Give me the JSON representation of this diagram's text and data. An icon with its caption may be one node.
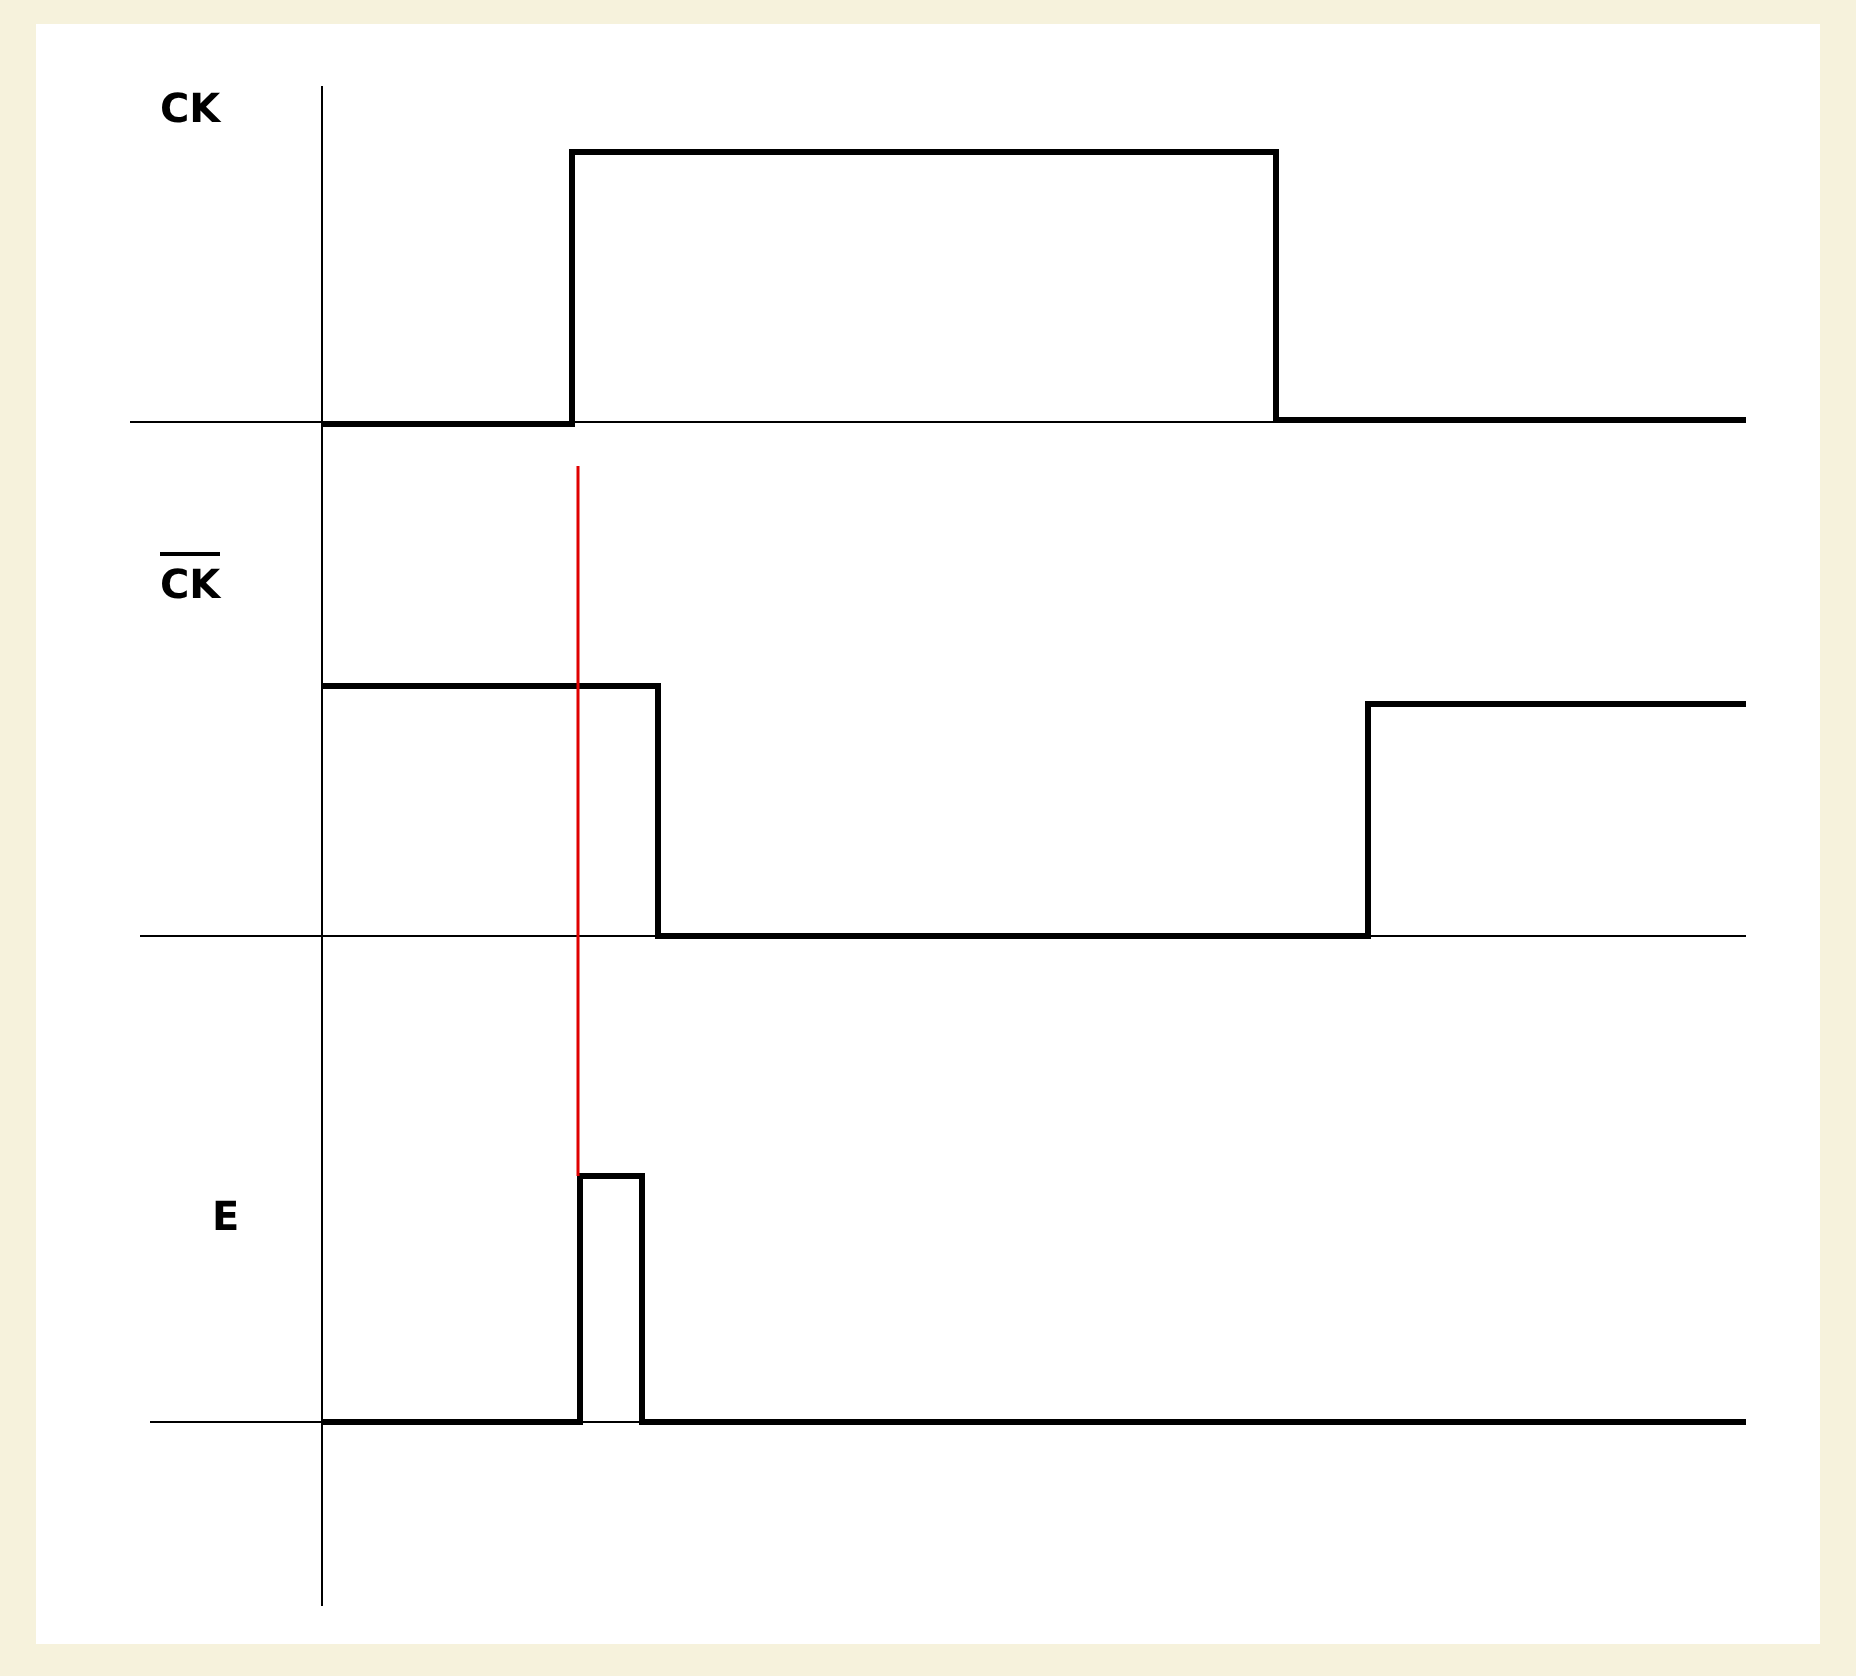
{
  "diagram": {
    "labels": [
      "CK",
      "CK",
      "E"
    ]
  }
}
